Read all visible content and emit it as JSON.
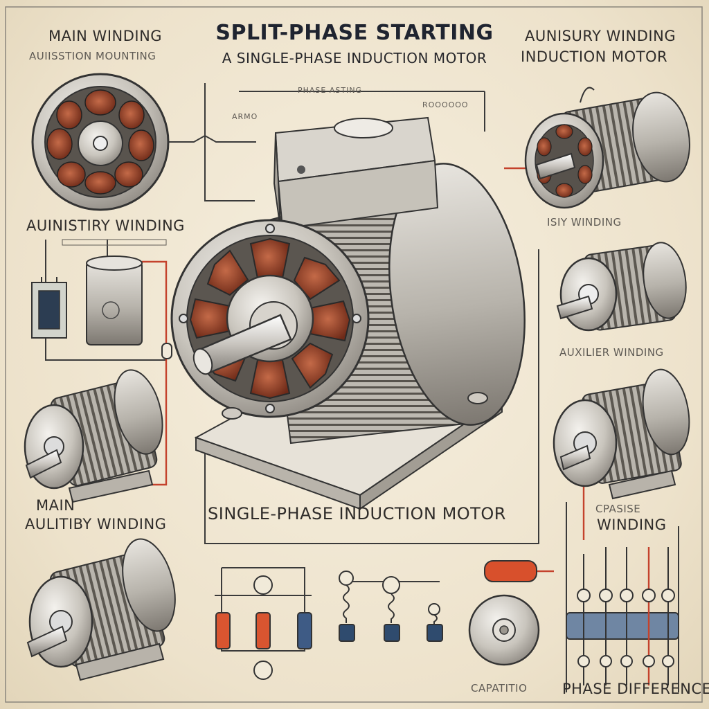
{
  "title": "SPLIT-PHASE STARTING",
  "subtitle": "A SINGLE-PHASE INDUCTION MOTOR",
  "labels": {
    "main_winding_top": "MAIN WINDING",
    "auxiliary_top_left": "AUIISSTION MOUNTING",
    "aux_winding_top_right": "AUNISURY WINDING",
    "induction_motor_top_right": "INDUCTION MOTOR",
    "phase_starting_line": "PHASE ASTING",
    "armo": "ARMO",
    "code_right": "ROOOOOO",
    "auxiliary_winding_left": "AUINISTIRY WINDING",
    "winding_right_top": "ISIY WINDING",
    "auxiliary_winding_right": "AUXILIER WINDING",
    "main_left": "MAIN",
    "auxiliary_winding_left_lower": "AULITIBY WINDING",
    "single_phase_motor": "SINGLE-PHASE INDUCTION MOTOR",
    "cpasise": "CPASISE",
    "winding_right_lower": "WINDING",
    "capacitor": "CAPATITIO",
    "phase_difference": "PHASE DIFFERENCE"
  },
  "colors": {
    "background": "#efe6d2",
    "ink": "#2f2c2a",
    "copper": "#b5583a",
    "red_wire": "#c4422c",
    "blue_component": "#3e5b85"
  }
}
